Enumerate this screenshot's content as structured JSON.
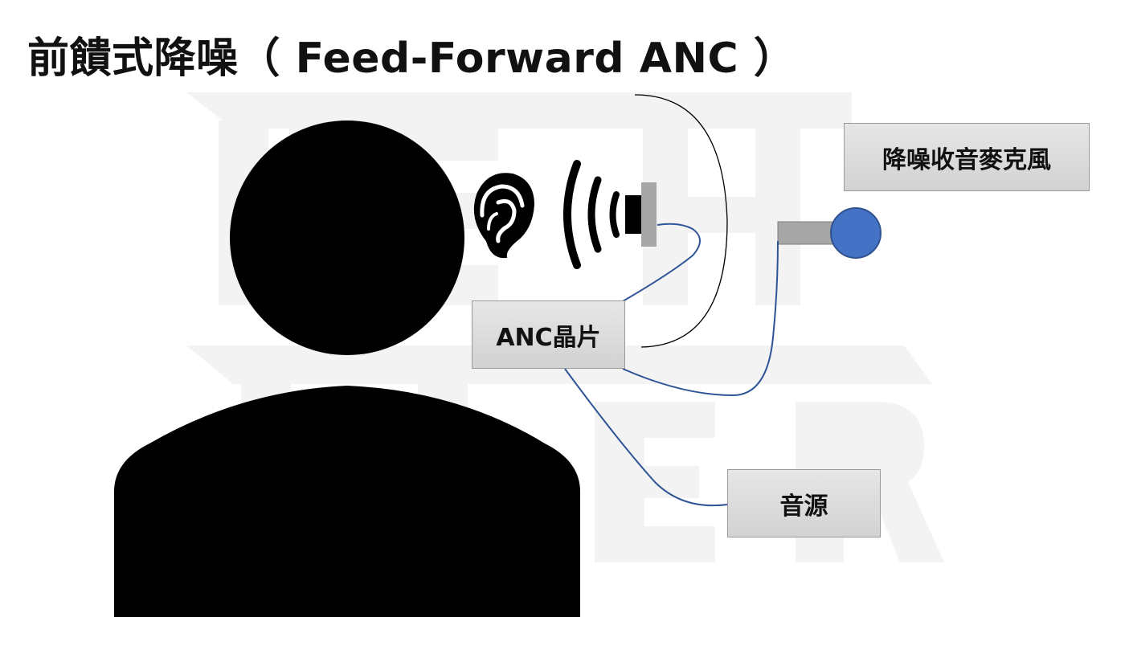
{
  "title": "前饋式降噪（ Feed-Forward ANC ）",
  "labels": {
    "mic": "降噪收音麥克風",
    "chip": "ANC晶片",
    "source": "音源"
  },
  "watermark": {
    "text_lines": [
      "TECH",
      "TELLER"
    ],
    "color": "#f4f4f4"
  },
  "colors": {
    "silhouette": "#000000",
    "wire": "#2f5597",
    "mic_head": "#4472c4",
    "mic_head_outline": "#2f528f",
    "mic_arm": "#a6a6a6",
    "speaker": "#a6a6a6",
    "ear_cup_outline": "#000000"
  },
  "icons": {
    "person": "person-silhouette",
    "ear": "ear-icon",
    "speaker": "speaker-icon",
    "mic": "microphone"
  }
}
